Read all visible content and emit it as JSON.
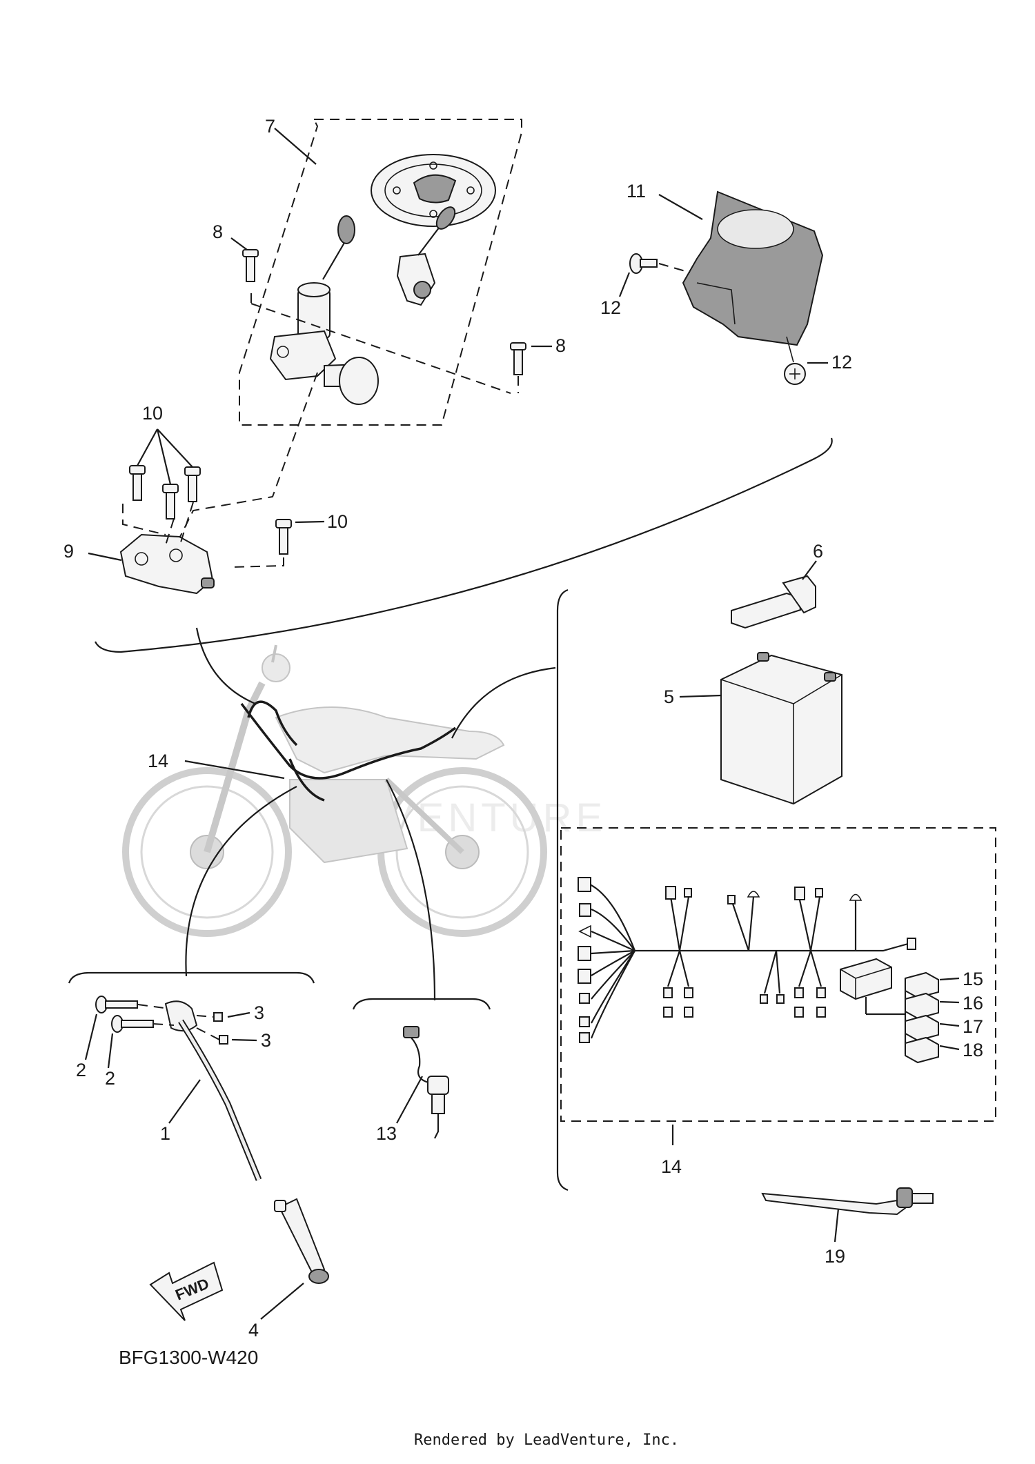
{
  "diagram": {
    "code": "BFG1300-W420",
    "footer": "Rendered by LeadVenture, Inc.",
    "fwd_label": "FWD",
    "watermark": "VENTURE",
    "callouts": {
      "c1": "1",
      "c2a": "2",
      "c2b": "2",
      "c3a": "3",
      "c3b": "3",
      "c4": "4",
      "c5": "5",
      "c6": "6",
      "c7": "7",
      "c8a": "8",
      "c8b": "8",
      "c9": "9",
      "c10a": "10",
      "c10b": "10",
      "c11": "11",
      "c12a": "12",
      "c12b": "12",
      "c13": "13",
      "c14a": "14",
      "c14b": "14",
      "c15": "15",
      "c16": "16",
      "c17": "17",
      "c18": "18",
      "c19": "19"
    }
  }
}
